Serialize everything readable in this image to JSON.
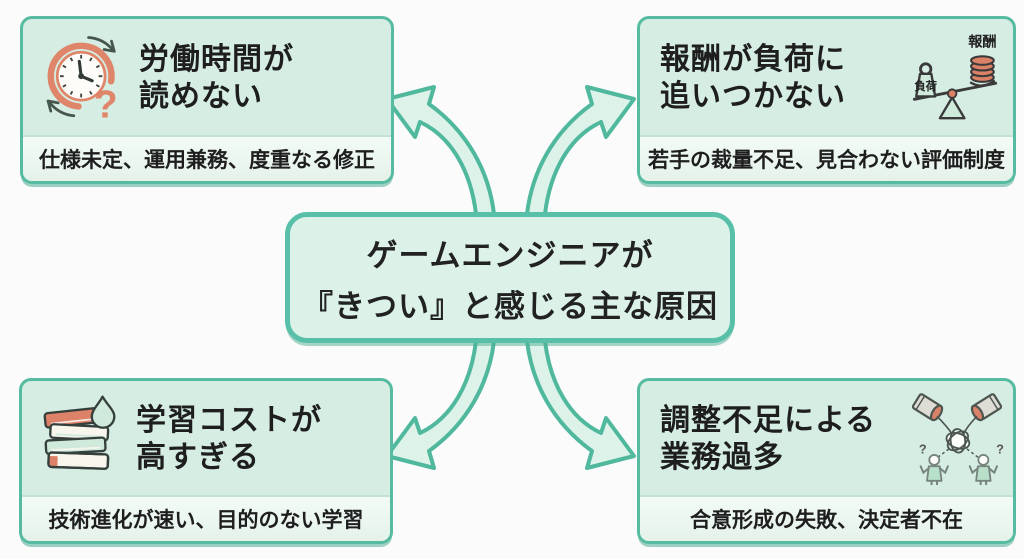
{
  "center_box": {
    "line1": "ゲームエンジニアが",
    "line2": "『きつい』と感じる主な原因"
  },
  "causes": [
    {
      "title1": "労働時間が",
      "title2": "読めない",
      "subtitle": "仕様未定、運用兼務、度重なる修正",
      "icon": "unpredictable-hours-clock-icon"
    },
    {
      "title1": "報酬が負荷に",
      "title2": "追いつかない",
      "subtitle": "若手の裁量不足、見合わない評価制度",
      "icon": "unbalanced-scale-icon",
      "labels": {
        "load": "負荷",
        "reward": "報酬"
      }
    },
    {
      "title1": "学習コストが",
      "title2": "高すぎる",
      "subtitle": "技術進化が速い、目的のない学習",
      "icon": "book-stack-icon"
    },
    {
      "title1": "調整不足による",
      "title2": "業務過多",
      "subtitle": "合意形成の失敗、決定者不在",
      "icon": "tangled-communication-icon"
    }
  ],
  "glyphs": {
    "question": "?"
  },
  "colors": {
    "accent_teal": "#56bba1",
    "card_fill": "#d5ede3",
    "subtitle_fill": "#ecf7f1",
    "center_fill": "#dcf2e9",
    "arrow_fill": "#ddf2e9",
    "arrow_stroke": "#4fb89d",
    "coral": "#df8569",
    "mint_icon": "#cfe9db",
    "ink": "#1e1e1e",
    "background": "#fbfbfb"
  }
}
